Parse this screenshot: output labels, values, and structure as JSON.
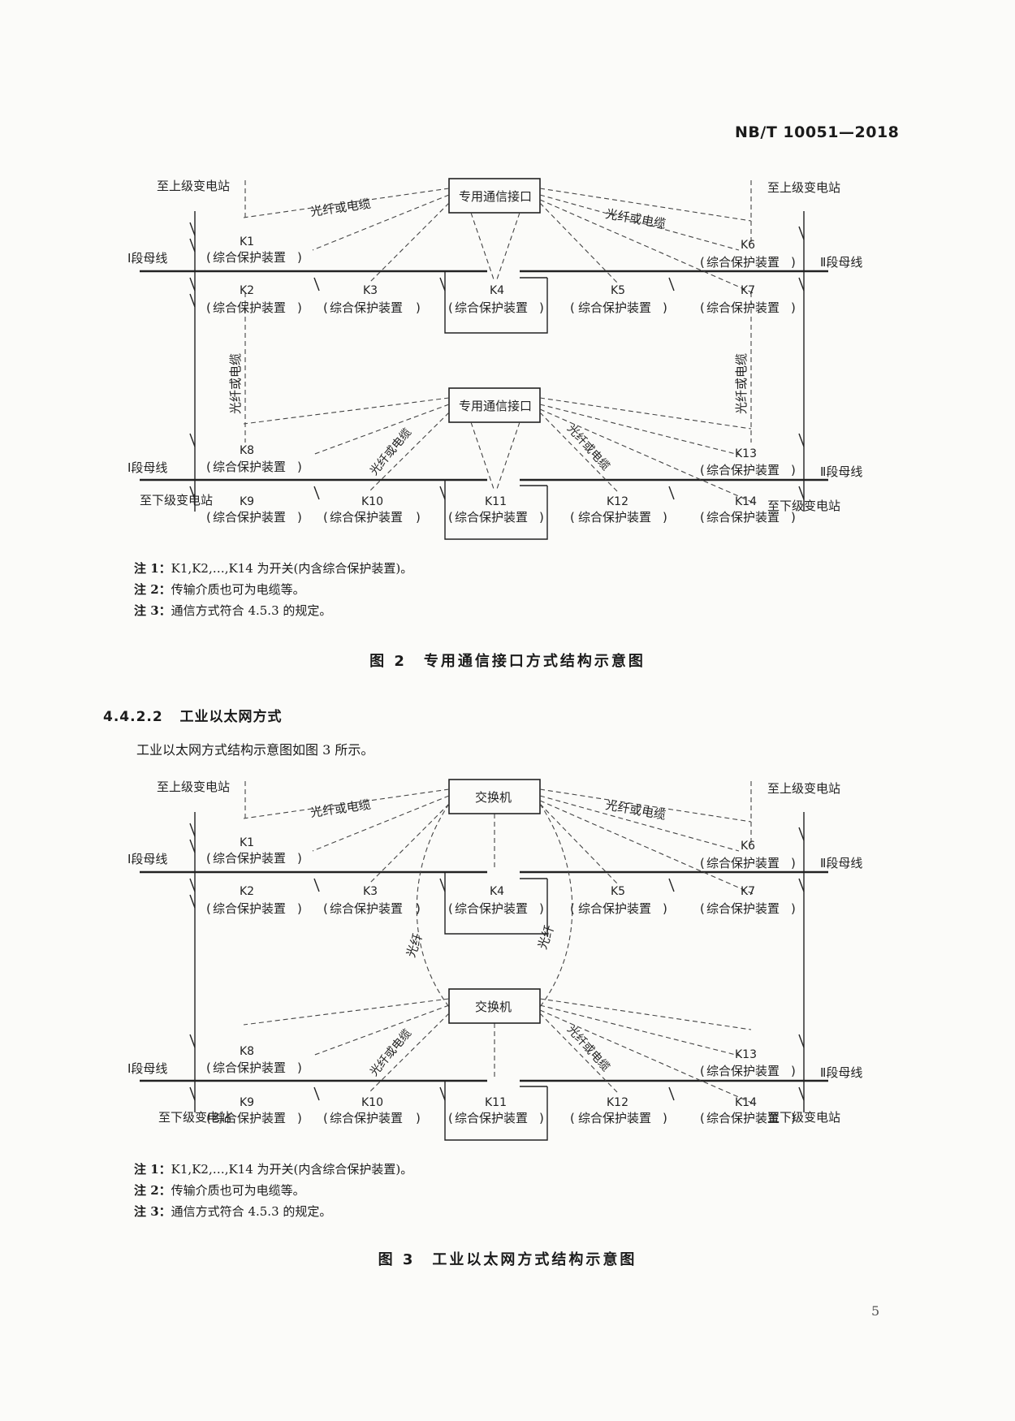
{
  "header": {
    "standard": "NB/T 10051—2018"
  },
  "figure2": {
    "interface": "专用通信接口",
    "medium_label": "光纤或电缆",
    "upper_station": "至上级变电站",
    "lower_station": "至下级变电站",
    "bus_left": "Ⅰ段母线",
    "bus_right": "Ⅱ段母线",
    "device": "综合保护装置",
    "switches": [
      "K1",
      "K2",
      "K3",
      "K4",
      "K5",
      "K6",
      "K7",
      "K8",
      "K9",
      "K10",
      "K11",
      "K12",
      "K13",
      "K14"
    ],
    "notes": [
      {
        "label": "注 1：",
        "text": "K1,K2,…,K14 为开关(内含综合保护装置)。"
      },
      {
        "label": "注 2：",
        "text": "传输介质也可为电缆等。"
      },
      {
        "label": "注 3：",
        "text": "通信方式符合 4.5.3 的规定。"
      }
    ],
    "caption": "图 2　专用通信接口方式结构示意图"
  },
  "section": {
    "number": "4.4.2.2",
    "title": "工业以太网方式",
    "body": "工业以太网方式结构示意图如图 3 所示。"
  },
  "figure3": {
    "switch_box": "交换机",
    "medium_label": "光纤或电缆",
    "fiber_label": "光纤",
    "upper_station": "至上级变电站",
    "lower_station": "至下级变电站",
    "bus_left": "Ⅰ段母线",
    "bus_right": "Ⅱ段母线",
    "device": "综合保护装置",
    "switches": [
      "K1",
      "K2",
      "K3",
      "K4",
      "K5",
      "K6",
      "K7",
      "K8",
      "K9",
      "K10",
      "K11",
      "K12",
      "K13",
      "K14"
    ],
    "notes": [
      {
        "label": "注 1：",
        "text": "K1,K2,…,K14 为开关(内含综合保护装置)。"
      },
      {
        "label": "注 2：",
        "text": "传输介质也可为电缆等。"
      },
      {
        "label": "注 3：",
        "text": "通信方式符合 4.5.3 的规定。"
      }
    ],
    "caption": "图 3　工业以太网方式结构示意图"
  },
  "page_number": "5"
}
